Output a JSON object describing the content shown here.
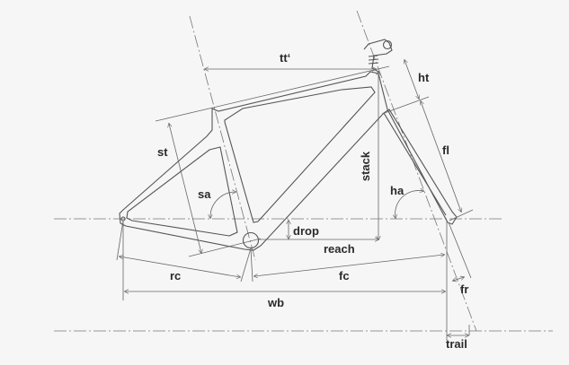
{
  "labels": {
    "tt": "tt‘",
    "ht": "ht",
    "fl": "fl",
    "st": "st",
    "stack": "stack",
    "sa": "sa",
    "ha": "ha",
    "drop": "drop",
    "reach": "reach",
    "rc": "rc",
    "fc": "fc",
    "fr": "fr",
    "wb": "wb",
    "trail": "trail"
  },
  "colors": {
    "line": "#555555",
    "background": "#f6f6f6",
    "text": "#2a2a2a"
  }
}
